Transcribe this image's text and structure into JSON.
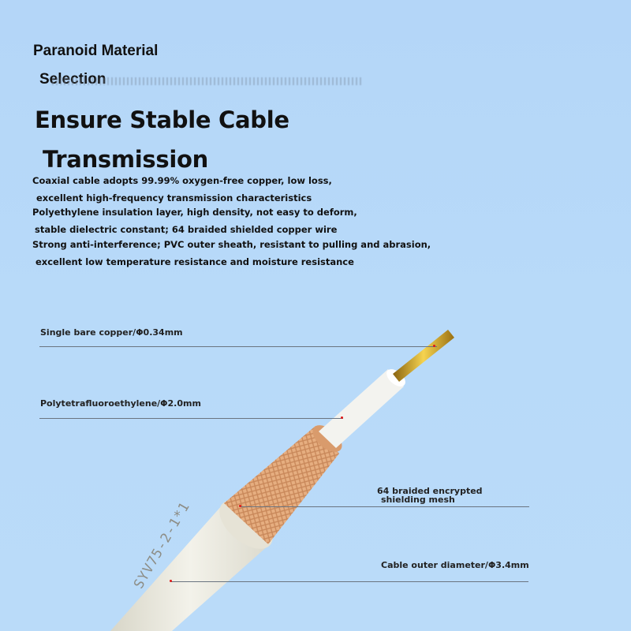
{
  "heading": {
    "small_line1": "Paranoid Material",
    "small_line2": "Selection",
    "big_line1": "Ensure Stable Cable",
    "big_line2": "Transmission"
  },
  "features": [
    {
      "line1": "Coaxial cable adopts 99.99% oxygen-free copper, low loss,",
      "line2": "excellent high-frequency transmission characteristics"
    },
    {
      "line1": "Polyethylene insulation layer, high density, not easy to deform,",
      "line2": "stable dielectric constant; 64 braided shielded copper wire"
    },
    {
      "line1": "Strong anti-interference; PVC outer sheath, resistant to pulling and abrasion,",
      "line2": "excellent low temperature resistance and moisture resistance"
    }
  ],
  "callouts": {
    "copper": "Single bare copper/Φ0.34mm",
    "insulation": "Polytetrafluoroethylene/Φ2.0mm",
    "shield_line1": "64 braided encrypted",
    "shield_line2": "shielding mesh",
    "outer": "Cable outer diameter/Φ3.4mm"
  },
  "cable_print": "SYV75-2-1*1",
  "colors": {
    "background": "#b6d8f8",
    "copper_core": "#d4a017",
    "braid": "#e3a878",
    "jacket": "#ecebe0",
    "dielectric": "#f2f2ee"
  }
}
